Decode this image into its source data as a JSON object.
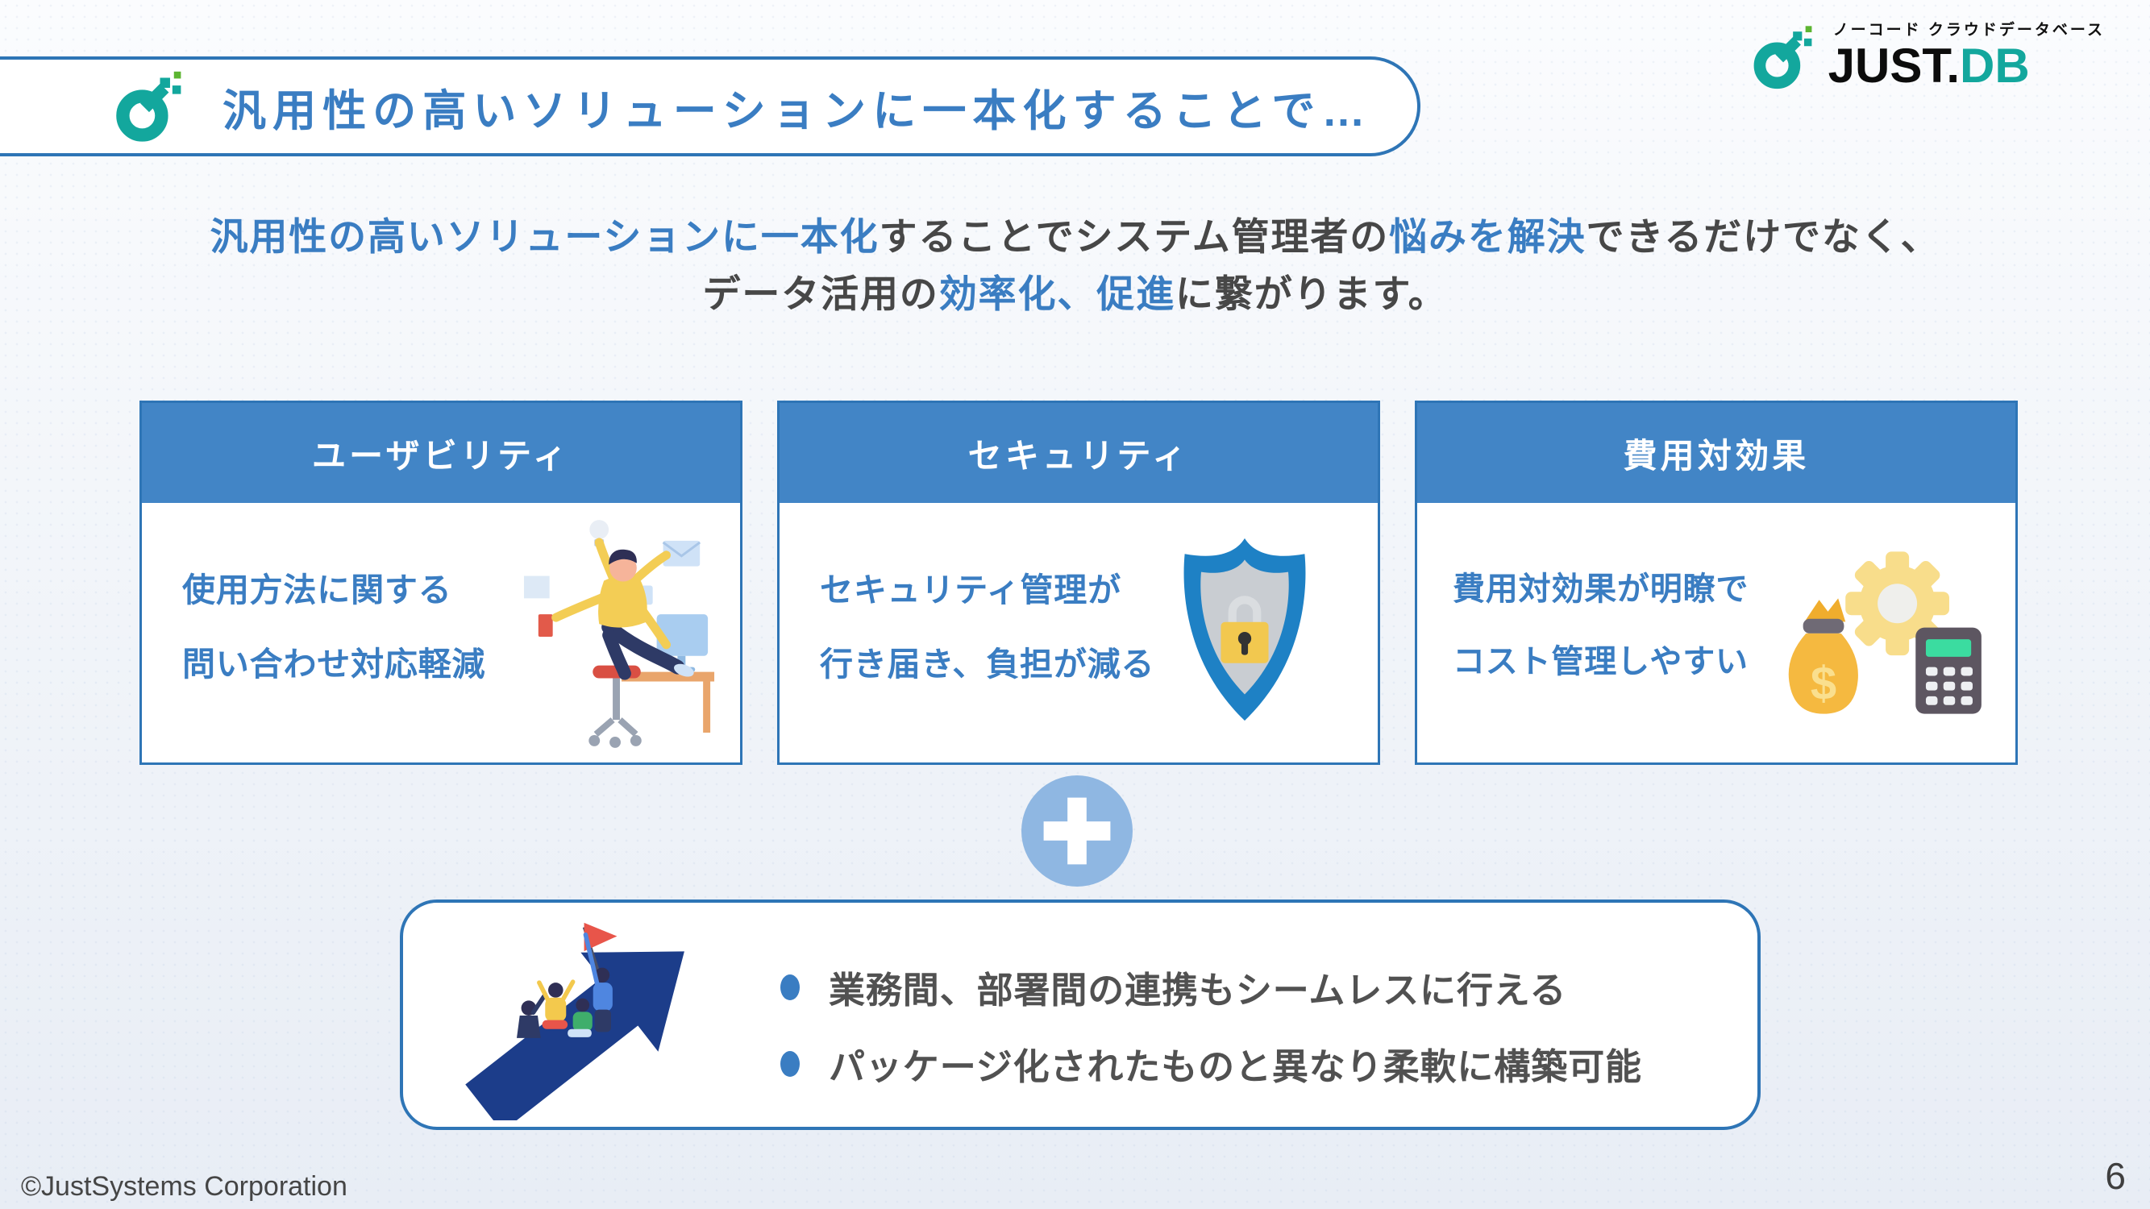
{
  "header": {
    "title": "汎用性の高いソリューションに一本化することで…"
  },
  "brand": {
    "tagline": "ノーコード クラウドデータベース",
    "wordmark_just": "JUST.",
    "wordmark_db": "DB"
  },
  "subtitle": {
    "line1": {
      "seg1": "汎用性の高いソリューションに一本化",
      "seg2": "することでシステム管理者の",
      "seg3": "悩みを解決",
      "seg4": "できるだけでなく、"
    },
    "line2": {
      "seg1": "データ活用の",
      "seg2": "効率化、促進",
      "seg3": "に繋がります。"
    }
  },
  "cards": [
    {
      "header": "ユーザビリティ",
      "line1": "使用方法に関する",
      "line2": "問い合わせ対応軽減",
      "icon": "busy-person-illustration"
    },
    {
      "header": "セキュリティ",
      "line1": "セキュリティ管理が",
      "line2": "行き届き、負担が減る",
      "icon": "security-shield-lock-icon"
    },
    {
      "header": "費用対効果",
      "line1": "費用対効果が明瞭で",
      "line2": "コスト管理しやすい",
      "icon": "gear-moneybag-calculator-illustration"
    }
  ],
  "connector": {
    "icon": "plus-icon"
  },
  "bottom_box": {
    "icon": "team-on-arrow-illustration",
    "bullets": [
      "業務間、部署間の連携もシームレスに行える",
      "パッケージ化されたものと異なり柔軟に構築可能"
    ]
  },
  "icons": {
    "money_symbol": "$"
  },
  "footer": {
    "copyright": "©JustSystems Corporation",
    "page_number": "6"
  },
  "colors": {
    "accent_blue": "#3a7dc2",
    "border_blue": "#2e75b6",
    "card_header_blue": "#4285c6",
    "plus_circle_blue": "#8fb7e2",
    "brand_teal": "#13a79d",
    "brand_green": "#5cb531",
    "arrow_navy": "#1c3d8a",
    "text_dark": "#474747"
  }
}
